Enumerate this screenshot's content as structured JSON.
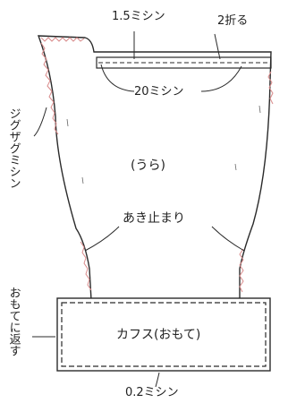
{
  "labels": {
    "top_stitch": "1.5ミシン",
    "fold_twice": "2折る",
    "hem_stitch": "20ミシン",
    "zigzag": "ジグザグミシン",
    "inside_out": "(うら)",
    "stop_point": "あき止まり",
    "turn_right_side": "おもてに返す",
    "cuff_right_side": "カフス(おもて)",
    "edge_stitch": "0.2ミシン"
  },
  "colors": {
    "stroke": "#2a2a2a",
    "zigzag": "#d98b8b",
    "fill": "#ffffff",
    "background": "#ffffff"
  },
  "icons": [
    "zigzag-stitch-edge",
    "dashed-stitch-line"
  ]
}
